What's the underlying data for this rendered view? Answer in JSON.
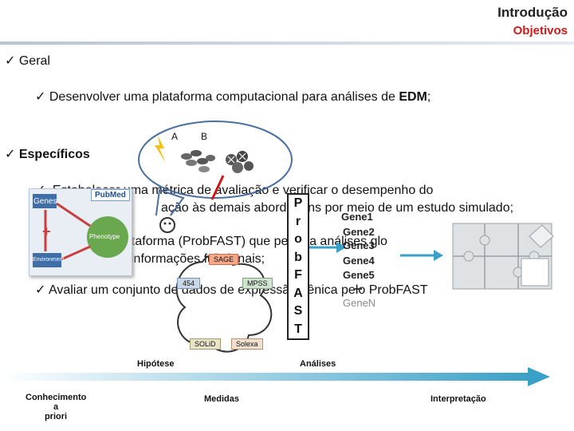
{
  "header": {
    "title": "Introdução",
    "subtitle": "Objetivos"
  },
  "bullets": {
    "check_glyph": "✓",
    "geral": "Geral",
    "geral_item": "Desenvolver uma plataforma computacional para análises de ",
    "geral_item_bold": "EDM",
    "geral_item_end": ";",
    "especificos": "Específicos",
    "esp_item1_line1": "Estabelecer uma métrica de avaliação e verificar o desempenho do",
    "esp_item1_line2": "ação às demais abordagens por meio de um estudo simulado;",
    "esp_item2_line1": "ataforma (ProbFAST) que permita análises glo",
    "esp_item2_line2": "informações funcionais;",
    "esp_item3": "Avaliar um conjunto de dados de expressão gênica pelo ProbFAST"
  },
  "bubble": {
    "label_a": "A",
    "label_b": "B"
  },
  "prior_panel": {
    "logo": "PubMed",
    "node_genes": "Genes",
    "node_phenotype": "Phenotype",
    "node_environment": "Environment"
  },
  "platforms": {
    "sage": "SAGE",
    "p454": "454",
    "mpss": "MPSS",
    "solid": "SOLiD",
    "solexa": "Solexa"
  },
  "probfast_letters": [
    "P",
    "r",
    "o",
    "b",
    "F",
    "A",
    "S",
    "T"
  ],
  "genes": [
    "Gene1",
    "Gene2",
    "Gene3",
    "Gene4",
    "Gene5",
    "..."
  ],
  "gene_n": "GeneN",
  "labels": {
    "hipotese": "Hipótese",
    "analises": "Análises",
    "conhecimento_l1": "Conhecimento a",
    "conhecimento_l2": "priori",
    "medidas": "Medidas",
    "interpretacao": "Interpretação"
  },
  "colors": {
    "accent_red": "#d01818",
    "arrow_blue": "#3aa0c8",
    "puzzle_gray": "#cfd3d6",
    "panel_blue": "#3f6ea8",
    "bubble_stroke": "#4a6fa0"
  }
}
